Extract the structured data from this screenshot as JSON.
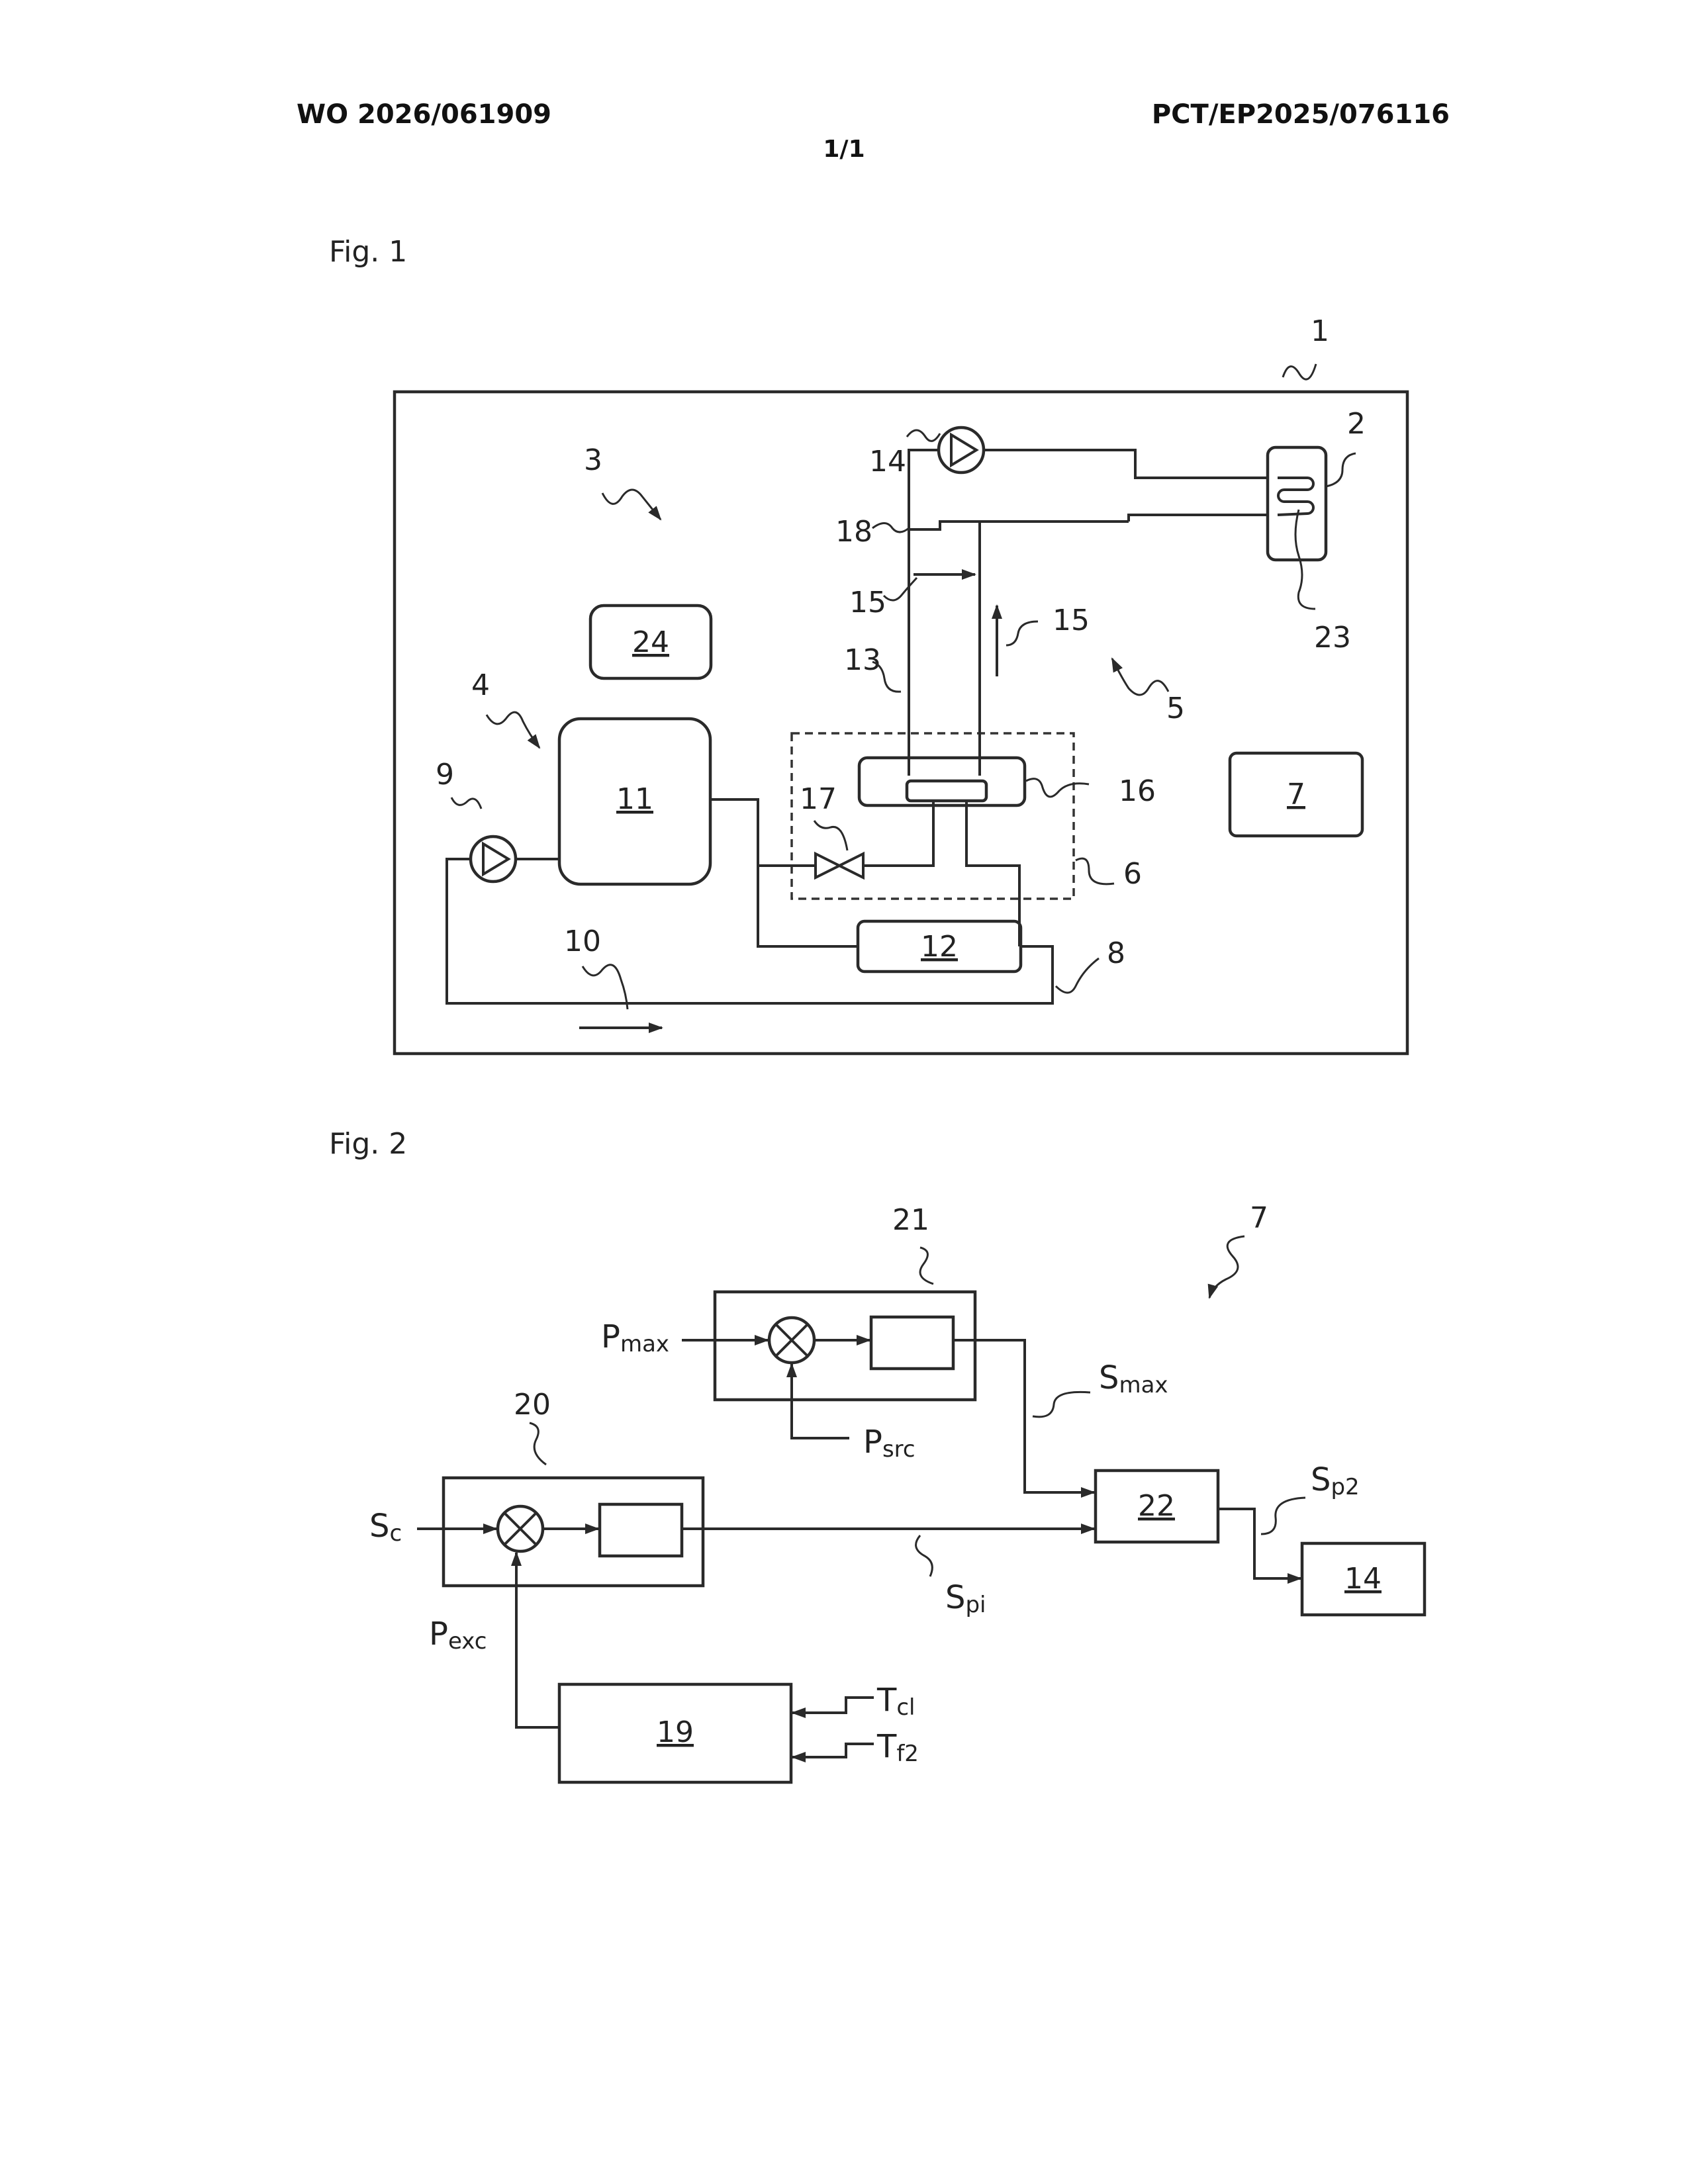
{
  "header": {
    "left": "WO 2026/061909",
    "right": "PCT/EP2025/076116",
    "sheet": "1/1"
  },
  "fig1": {
    "title": "Fig. 1",
    "refs": {
      "r1": "1",
      "r2": "2",
      "r3": "3",
      "r4": "4",
      "r5": "5",
      "r6": "6",
      "r7": "7",
      "r8": "8",
      "r9": "9",
      "r10": "10",
      "r11": "11",
      "r12": "12",
      "r13": "13",
      "r14": "14",
      "r15a": "15",
      "r15b": "15",
      "r16": "16",
      "r17": "17",
      "r18": "18",
      "r23": "23",
      "r24": "24"
    }
  },
  "fig2": {
    "title": "Fig. 2",
    "refs": {
      "r7": "7",
      "r14": "14",
      "r19": "19",
      "r20": "20",
      "r21": "21",
      "r22": "22"
    },
    "signals": {
      "pmax": {
        "main": "P",
        "sub": "max"
      },
      "psrc": {
        "main": "P",
        "sub": "src"
      },
      "smax": {
        "main": "S",
        "sub": "max"
      },
      "sc": {
        "main": "S",
        "sub": "c"
      },
      "spi": {
        "main": "S",
        "sub": "pi"
      },
      "sp2": {
        "main": "S",
        "sub": "p2"
      },
      "pexc": {
        "main": "P",
        "sub": "exc"
      },
      "tcl": {
        "main": "T",
        "sub": "cl"
      },
      "tf2": {
        "main": "T",
        "sub": "f2"
      }
    }
  }
}
